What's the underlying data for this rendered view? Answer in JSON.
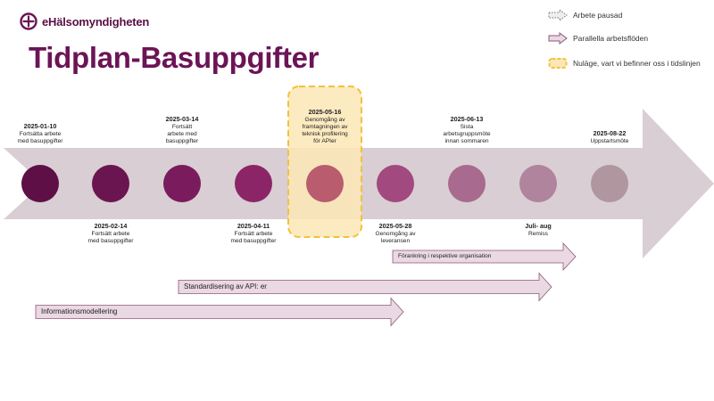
{
  "brand": {
    "name": "eHälsomyndigheten",
    "color": "#5a0f45"
  },
  "title": "Tidplan-Basuppgifter",
  "legend": [
    {
      "icon": "dotted-arrow-icon",
      "label": "Arbete pausad"
    },
    {
      "icon": "solid-arrow-icon",
      "label": "Parallella arbetsflöden"
    },
    {
      "icon": "dashed-box-icon",
      "label": "Nuläge, vart vi befinner oss i tidslinjen"
    }
  ],
  "milestones": [
    {
      "date": "2025-01-10",
      "text": "Fortsätta arbete\nmed basuppgifter",
      "position": "above",
      "color": "#5e0f45"
    },
    {
      "date": "2025-02-14",
      "text": "Fortsätt arbete\nmed basuppgifter",
      "position": "below",
      "color": "#6a1550"
    },
    {
      "date": "2025-03-14",
      "text": "Fortsätt\narbete med\nbasuppgifter",
      "position": "above",
      "color": "#7a1b5e"
    },
    {
      "date": "2025-04-11",
      "text": "Fortsätt arbete\nmed  basuppgifter",
      "position": "below",
      "color": "#8b2568"
    },
    {
      "date": "2025-05-16",
      "text": "Genomgång av\nframtagningen av\nteknisk profilering\nför APIer",
      "position": "above",
      "color": "#b85c6e",
      "current": true
    },
    {
      "date": "2025-05-28",
      "text": "Genomgång av\nleveransen",
      "position": "below",
      "color": "#a2497f"
    },
    {
      "date": "2025-06-13",
      "text": "Sista\narbetsgruppsmöte\ninnan sommaren",
      "position": "above",
      "color": "#a86a8e"
    },
    {
      "date": "Juli- aug",
      "text": "Remiss",
      "position": "below",
      "color": "#b0849c"
    },
    {
      "date": "2025-08-22",
      "text": "Uppstartsmöte",
      "position": "above",
      "color": "#b0969f"
    }
  ],
  "streams": [
    {
      "label": "Förankring i respektive organisation"
    },
    {
      "label": "Standardisering av API: er"
    },
    {
      "label": "Informationsmodellering"
    }
  ],
  "colors": {
    "main_arrow": "#d9ced3",
    "stream_fill": "#ead8e3",
    "stream_stroke": "#8a5a78",
    "current_fill": "#fbe7b6",
    "current_stroke": "#f3c13a"
  }
}
